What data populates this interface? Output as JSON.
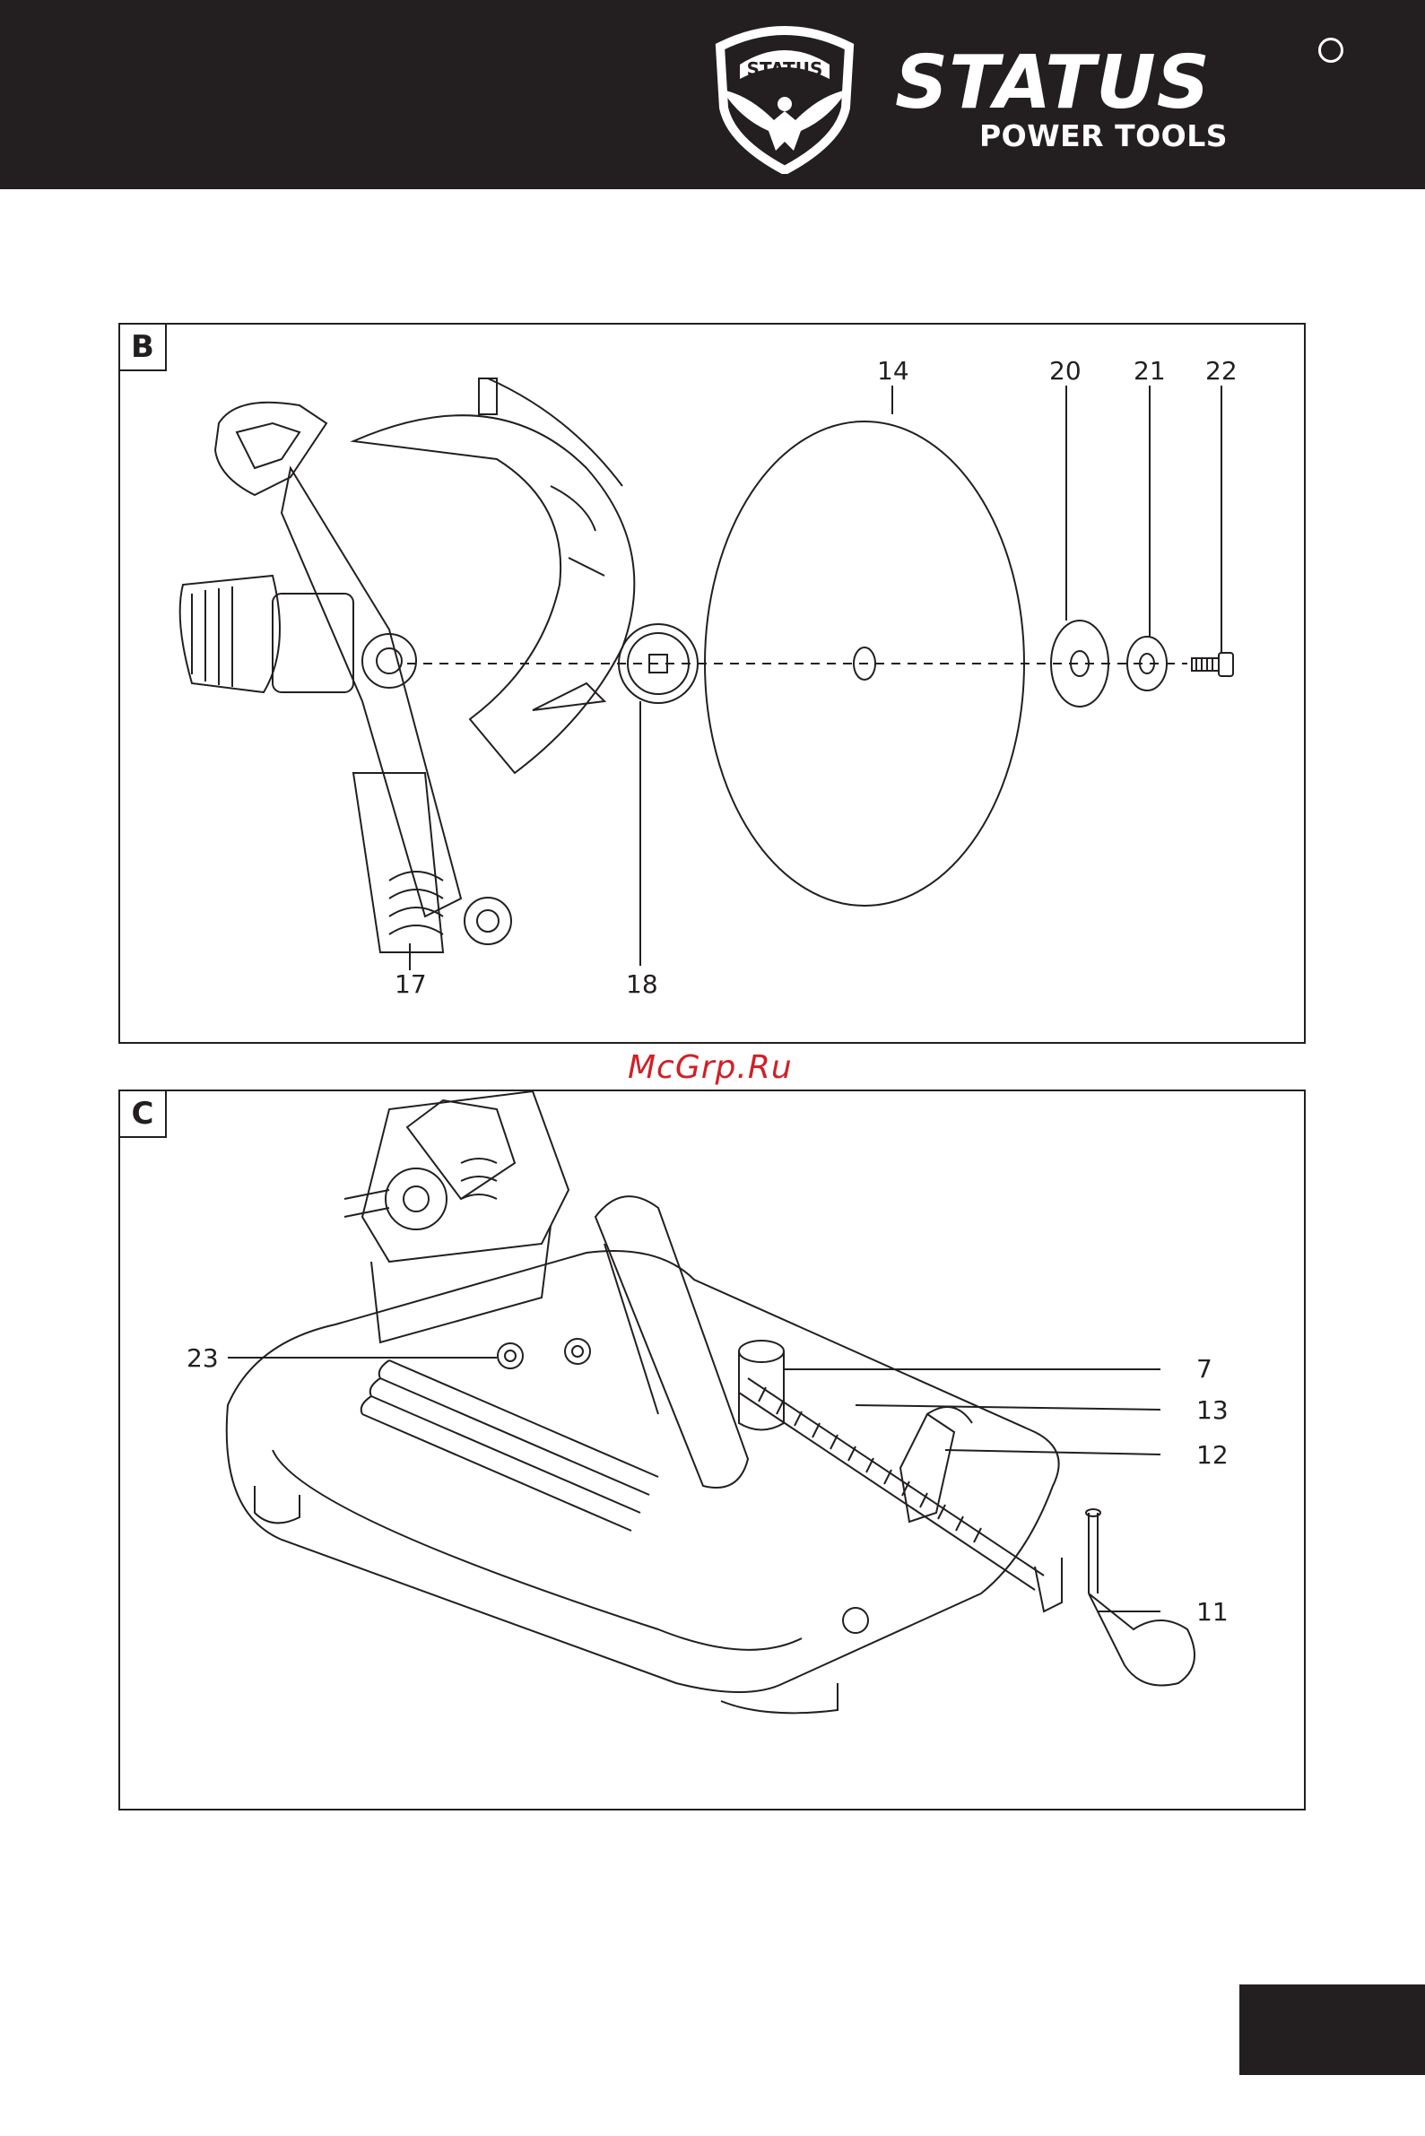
{
  "brand": {
    "name": "STATUS",
    "subtitle": "POWER TOOLS",
    "emblem_text": "STATUS",
    "registered_symbol": "circle"
  },
  "watermark": "McGrp.Ru",
  "panels": [
    {
      "tag": "B",
      "callouts": [
        "14",
        "20",
        "21",
        "22",
        "17",
        "18"
      ]
    },
    {
      "tag": "C",
      "callouts": [
        "23",
        "7",
        "13",
        "12",
        "11"
      ]
    }
  ],
  "colors": {
    "header_bg": "#231f20",
    "line": "#231f20",
    "watermark": "#d12027"
  }
}
